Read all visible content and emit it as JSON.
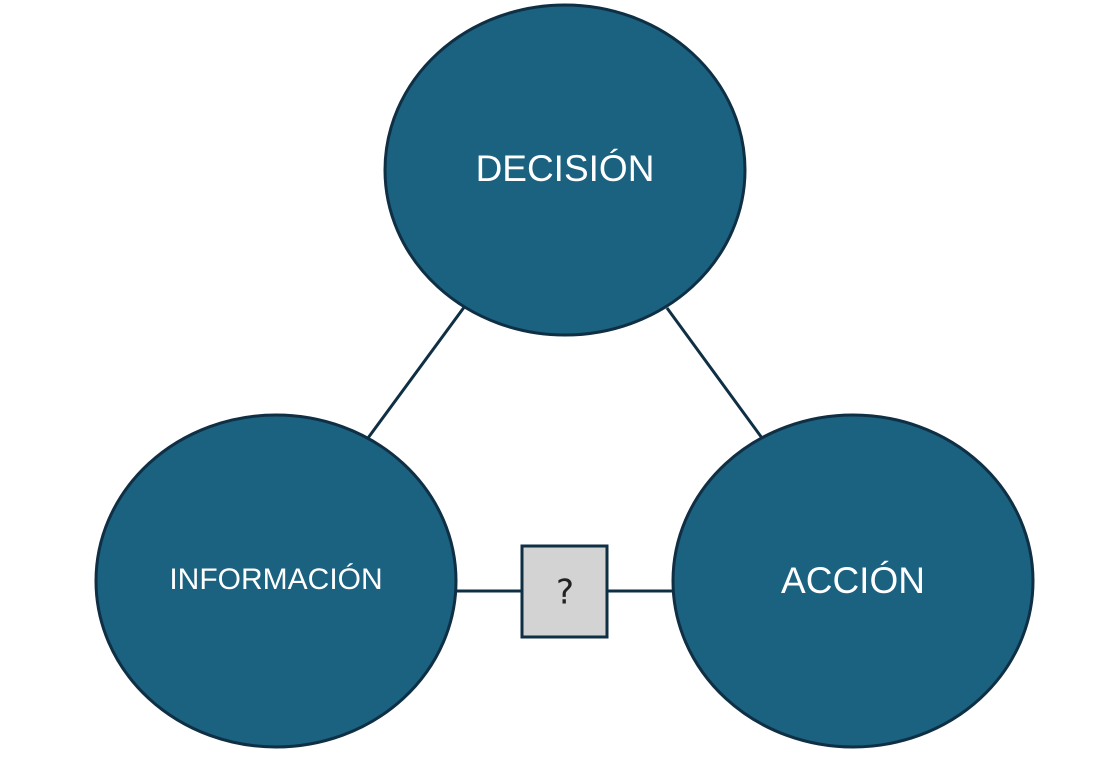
{
  "nodes": {
    "decision": {
      "label": "DECISIÓN"
    },
    "information": {
      "label": "INFORMACIÓN"
    },
    "action": {
      "label": "ACCIÓN"
    }
  },
  "link_box": {
    "symbol": "?"
  },
  "colors": {
    "node_fill": "#1b6180",
    "outline": "#0f2f44",
    "box_fill": "#d3d3d3",
    "label_text": "#ffffff"
  }
}
